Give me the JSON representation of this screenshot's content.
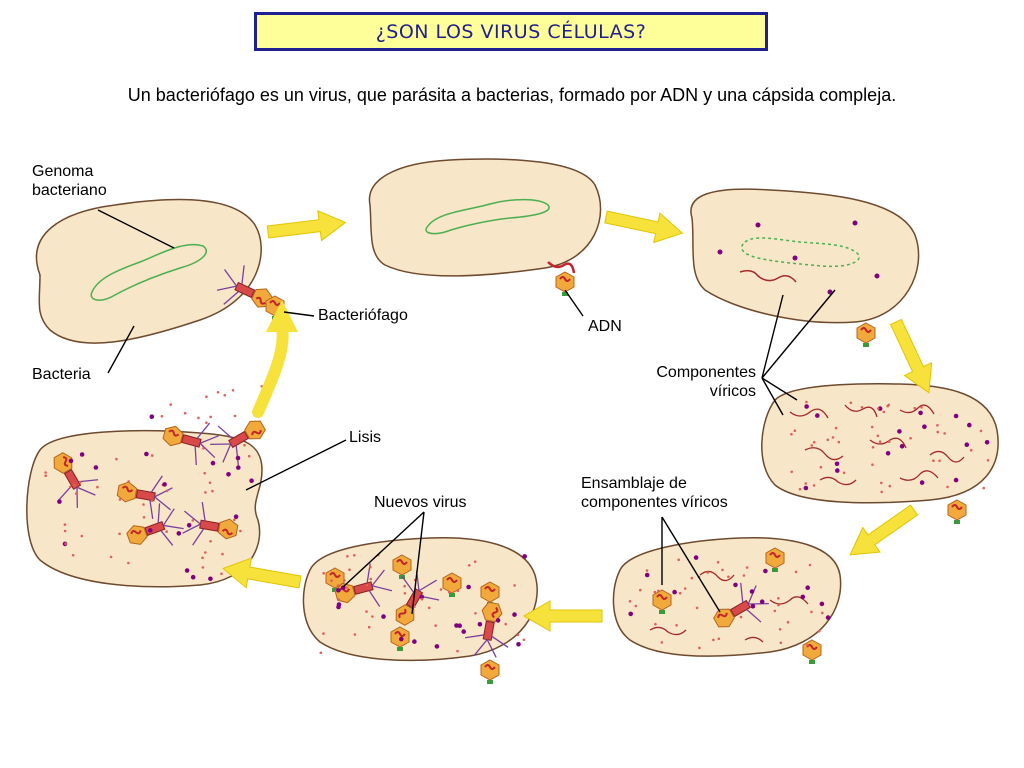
{
  "title": "¿SON LOS VIRUS CÉLULAS?",
  "subtitle": "Un bacteriófago es un virus, que parásita a bacterias, formado por ADN y una cápsida compleja.",
  "labels": {
    "genome_line1": "Genoma",
    "genome_line2": "bacteriano",
    "bacteria": "Bacteria",
    "bacteriophage": "Bacteriófago",
    "dna": "ADN",
    "components_line1": "Componentes",
    "components_line2": "víricos",
    "lysis": "Lisis",
    "new_viruses": "Nuevos virus",
    "assembly_line1": "Ensamblaje de",
    "assembly_line2": "componentes víricos"
  },
  "colors": {
    "cell_fill": "#f7e6c8",
    "cell_stroke": "#6e4a2e",
    "genome": "#4caf50",
    "dna_strand": "#a52a2a",
    "protein": "#800080",
    "arrow": "#f6e23a",
    "title_bg": "#ffff99",
    "title_border": "#1f1f8f"
  }
}
